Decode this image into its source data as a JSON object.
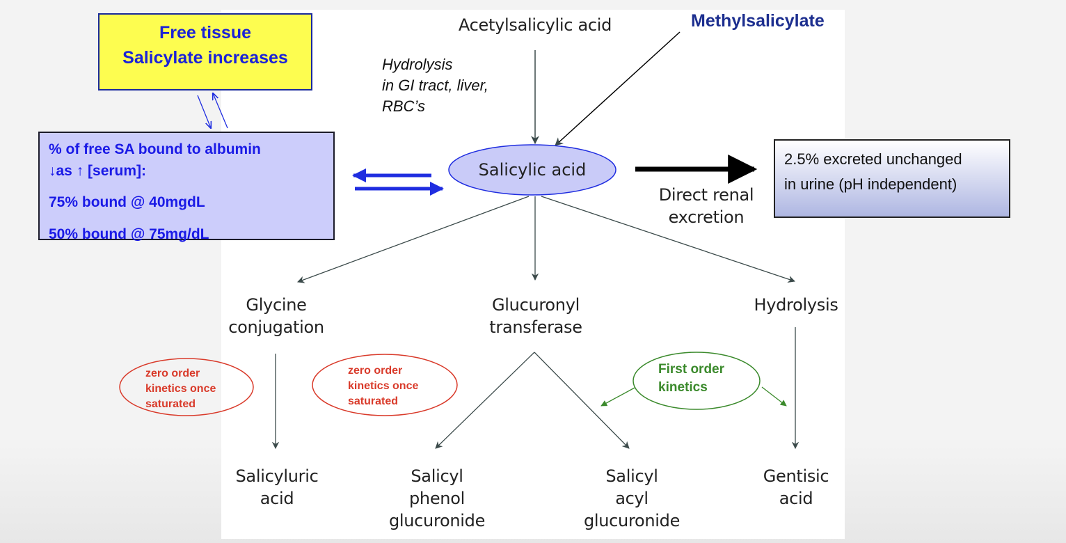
{
  "header": {
    "methylsalicylate": "Methylsalicylate",
    "acetylsalicylic": "Acetylsalicylic acid"
  },
  "hydrolysis_note": [
    "Hydrolysis",
    "in GI tract, liver,",
    "RBC’s"
  ],
  "free_tissue_box": {
    "lines": [
      "Free tissue",
      "Salicylate increases"
    ]
  },
  "albumin_box": {
    "lines": [
      "% of free SA bound to albumin",
      "↓as ↑ [serum]:",
      "75% bound @ 40mgdL",
      "50% bound @ 75mg/dL"
    ]
  },
  "center_node": {
    "label": "Salicylic acid"
  },
  "renal": {
    "label": [
      "Direct renal",
      "excretion"
    ],
    "result_lines": [
      "2.5% excreted unchanged",
      "in urine (pH independent)"
    ]
  },
  "pathways": {
    "glycine": [
      "Glycine",
      "conjugation"
    ],
    "glucuronyl": [
      "Glucuronyl",
      "transferase"
    ],
    "hydrolysis": "Hydrolysis"
  },
  "kinetics": {
    "zero_order_1": [
      "zero order",
      "kinetics once",
      "saturated"
    ],
    "zero_order_2": [
      "zero order",
      "kinetics once",
      "saturated"
    ],
    "first_order": [
      "First order",
      "kinetics"
    ]
  },
  "products": {
    "salicyluric": [
      "Salicyluric",
      "acid"
    ],
    "phenol_glucuronide": [
      "Salicyl",
      "phenol",
      "glucuronide"
    ],
    "acyl_glucuronide": [
      "Salicyl",
      "acyl",
      "glucuronide"
    ],
    "gentisic": [
      "Gentisic",
      "acid"
    ]
  },
  "colors": {
    "dark_arrow": "#3b4a4a",
    "blue_arrow": "#1f2de0",
    "red_oval": "#d93a2a",
    "green_oval": "#3b8a2c",
    "yellow_box": "#fdfd50",
    "albumin_box": "#cccdfb"
  }
}
